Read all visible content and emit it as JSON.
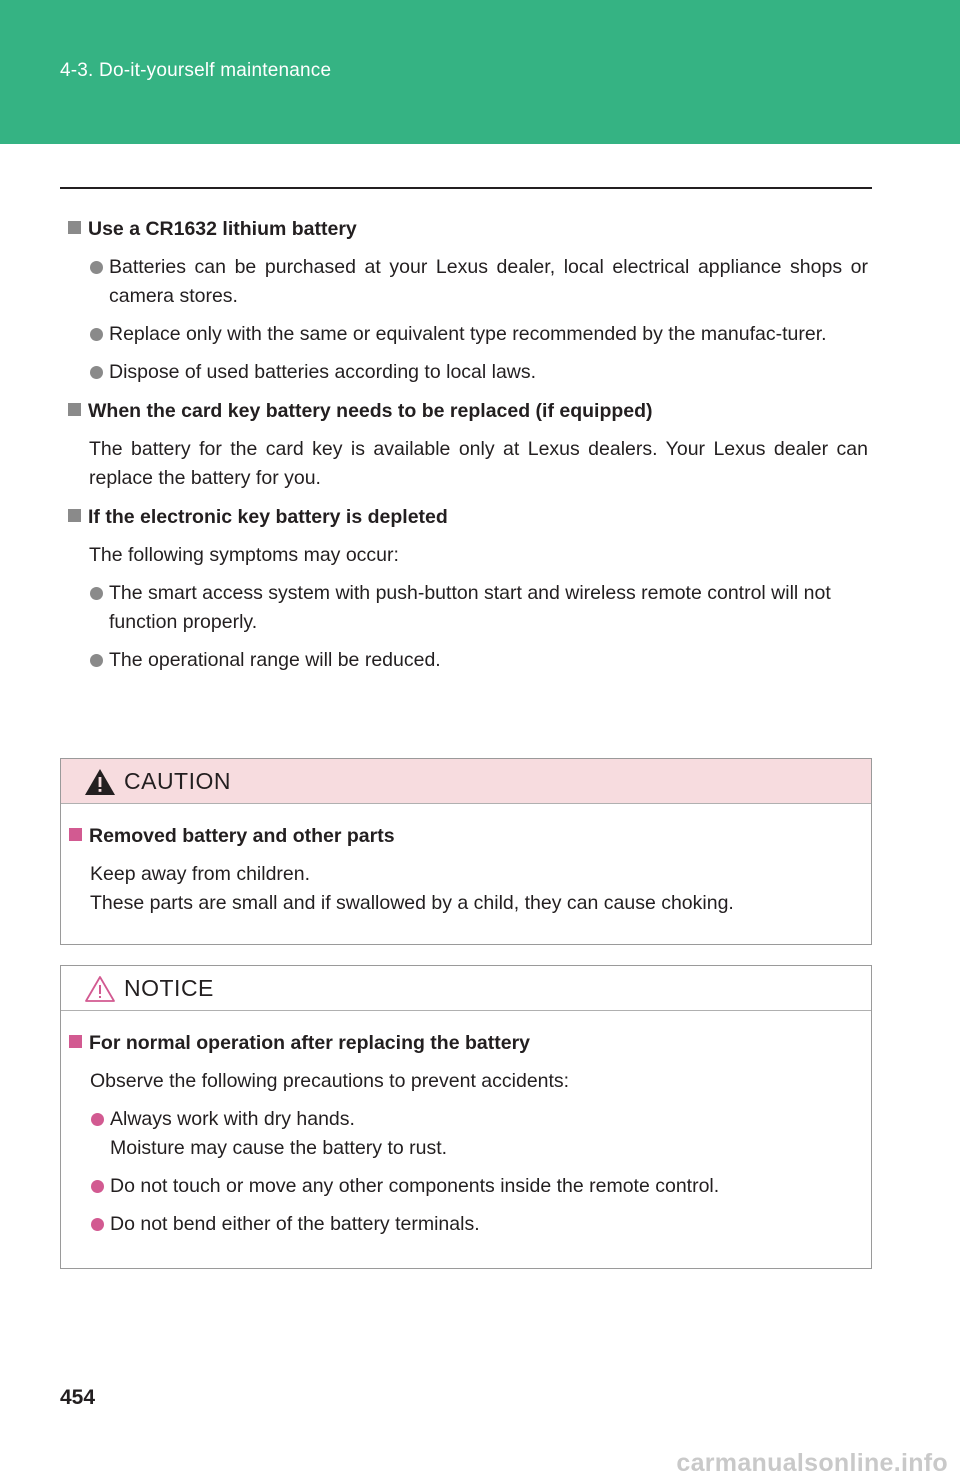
{
  "header": {
    "section_title": "4-3. Do-it-yourself maintenance"
  },
  "sections": [
    {
      "heading": "Use a CR1632 lithium battery",
      "bullets": [
        "Batteries can be purchased at your Lexus dealer, local electrical appliance shops or camera stores.",
        "Replace only with the same or equivalent type recommended by the manufac-turer.",
        "Dispose of used batteries according to local laws."
      ]
    },
    {
      "heading": "When the card key battery needs to be replaced (if equipped)",
      "text": "The battery for the card key is available only at Lexus dealers. Your Lexus dealer can replace the battery for you."
    },
    {
      "heading": "If the electronic key battery is depleted",
      "text": "The following symptoms may occur:",
      "bullets": [
        "The smart access system with push-button start and wireless remote control will not function properly.",
        "The operational range will be reduced."
      ]
    }
  ],
  "caution": {
    "title": "CAUTION",
    "heading": "Removed battery and other parts",
    "lines": [
      "Keep away from children.",
      "These parts are small and if swallowed by a child, they can cause choking."
    ]
  },
  "notice": {
    "title": "NOTICE",
    "heading": "For normal operation after replacing the battery",
    "text": "Observe the following precautions to prevent accidents:",
    "bullets": [
      {
        "line1": "Always work with dry hands.",
        "line2": "Moisture may cause the battery to rust."
      },
      {
        "line1": "Do not touch or move any other components inside the remote control."
      },
      {
        "line1": "Do not bend either of the battery terminals."
      }
    ]
  },
  "footer": {
    "page_number": "454",
    "watermark": "carmanualsonline.info"
  },
  "colors": {
    "header_green": "#35b383",
    "caution_bg": "#f7dcdf",
    "notice_accent": "#d25a91",
    "bullet_gray": "#8a8a8a"
  }
}
